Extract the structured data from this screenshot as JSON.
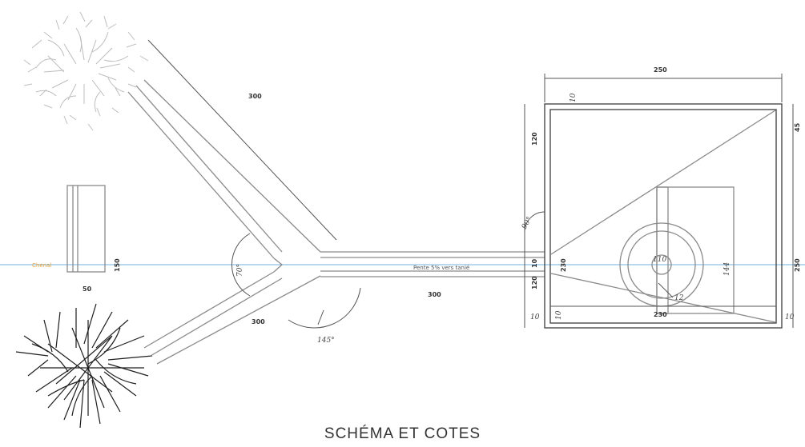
{
  "caption": "SCHÉMA ET COTES",
  "dimensions": {
    "upper_arm_length": "300",
    "lower_arm_length": "300",
    "channel_length": "300",
    "left_block_height": "150",
    "left_block_width": "50",
    "fork_angle": "70°",
    "outer_angle": "145°",
    "right_angle": "90°",
    "tank_width_outer": "250",
    "tank_height_outer": "250",
    "tank_width_inner": "230",
    "tank_height_inner": "230",
    "wall_top": "10",
    "wall_left": "10",
    "wall_bottom": "10",
    "wall_right": "10",
    "offset_120_top": "120",
    "offset_120_bottom": "120",
    "channel_width": "10",
    "side_45": "45",
    "small_12": "12",
    "circle_110": "110",
    "rect_144": "144"
  },
  "labels": {
    "slope_note": "Pente 5% vers tanié",
    "axis_label": "Chenal"
  },
  "colors": {
    "axis_line": "#6fb3e0",
    "axis_label": "#e9a43a",
    "tree_top": "#c9c9c9",
    "tree_bottom": "#1e1e1e"
  }
}
